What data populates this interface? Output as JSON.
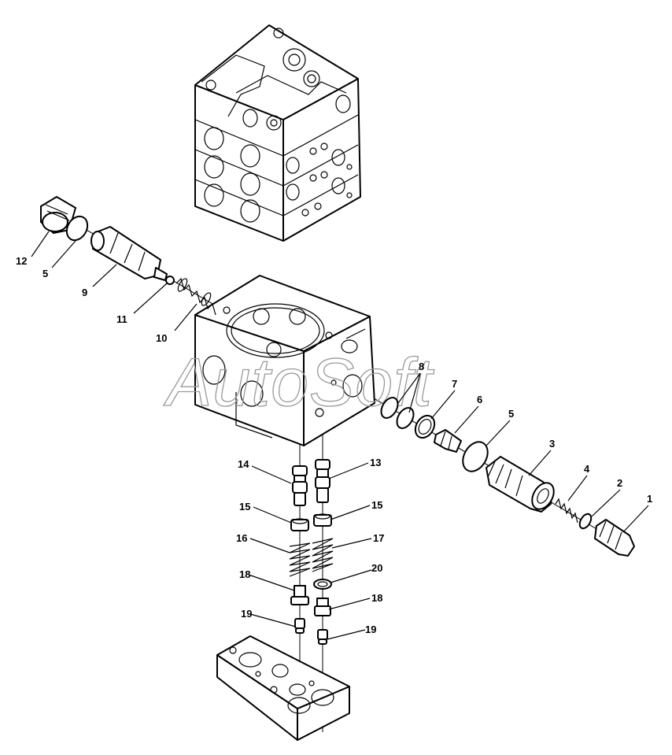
{
  "watermark": "AutoSoft",
  "callouts": [
    "1",
    "2",
    "3",
    "4",
    "5",
    "5",
    "6",
    "7",
    "8",
    "9",
    "10",
    "11",
    "12",
    "13",
    "14",
    "15",
    "15",
    "16",
    "17",
    "18",
    "18",
    "19",
    "19",
    "20"
  ]
}
